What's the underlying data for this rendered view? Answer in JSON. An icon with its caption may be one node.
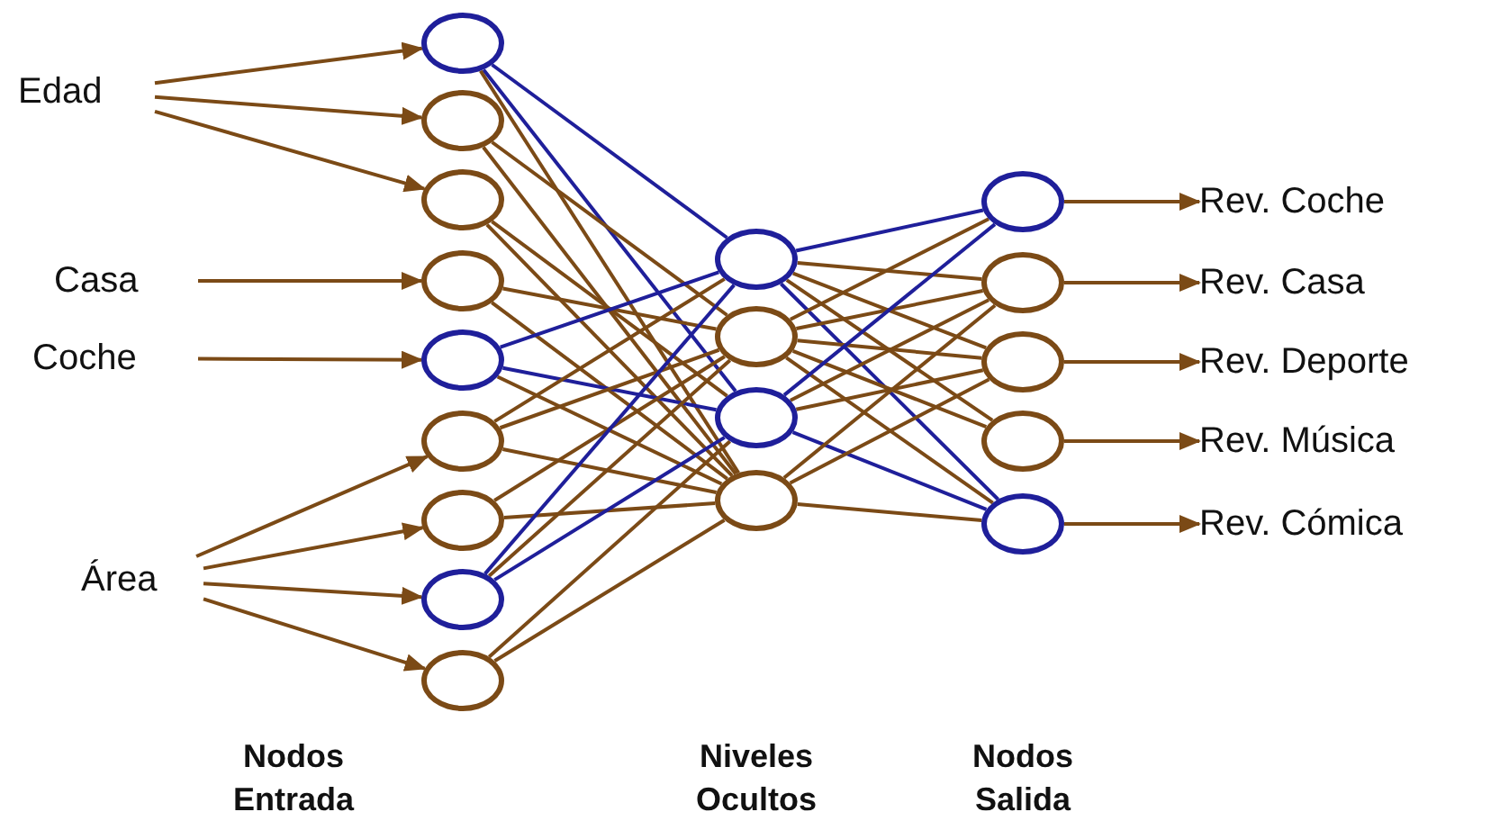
{
  "diagram": {
    "nodes": [
      {
        "text": [
          "Edad"
        ]
      },
      {
        "text": [
          "Casa"
        ]
      },
      {
        "text": [
          "Coche"
        ]
      },
      {
        "text": [
          "Área"
        ]
      },
      {
        "text": [],
        "shape": "circle"
      },
      {
        "text": [],
        "shape": "circle"
      },
      {
        "text": [],
        "shape": "circle"
      },
      {
        "text": [],
        "shape": "circle"
      },
      {
        "text": [],
        "shape": "circle"
      },
      {
        "text": [],
        "shape": "circle"
      },
      {
        "text": [],
        "shape": "circle"
      },
      {
        "text": [],
        "shape": "circle"
      },
      {
        "text": [],
        "shape": "circle"
      },
      {
        "text": [],
        "shape": "circle"
      },
      {
        "text": [],
        "shape": "circle"
      },
      {
        "text": [],
        "shape": "circle"
      },
      {
        "text": [],
        "shape": "circle"
      },
      {
        "text": [],
        "shape": "circle"
      },
      {
        "text": [],
        "shape": "circle"
      },
      {
        "text": [],
        "shape": "circle"
      },
      {
        "text": [],
        "shape": "circle"
      },
      {
        "text": [],
        "shape": "circle"
      },
      {
        "text": [
          "Rev. Coche"
        ]
      },
      {
        "text": [
          "Rev. Casa"
        ]
      },
      {
        "text": [
          "Rev. Deporte"
        ]
      },
      {
        "text": [
          "Rev. Música"
        ]
      },
      {
        "text": [
          "Rev. Cómica"
        ]
      }
    ],
    "edges": [
      {
        "from": 0,
        "to": 4,
        "arrow": "to"
      },
      {
        "from": 0,
        "to": 5,
        "arrow": "to"
      },
      {
        "from": 0,
        "to": 6,
        "arrow": "to"
      },
      {
        "from": 1,
        "to": 7,
        "arrow": "to"
      },
      {
        "from": 2,
        "to": 8,
        "arrow": "to"
      },
      {
        "from": 3,
        "to": 9,
        "arrow": "to"
      },
      {
        "from": 3,
        "to": 10,
        "arrow": "to"
      },
      {
        "from": 3,
        "to": 11,
        "arrow": "to"
      },
      {
        "from": 3,
        "to": 12,
        "arrow": "to"
      },
      {
        "from": 4,
        "to": 13,
        "arrow": "none",
        "color": "#1f1f9a"
      },
      {
        "from": 4,
        "to": 15,
        "arrow": "none",
        "color": "#1f1f9a"
      },
      {
        "from": 4,
        "to": 16,
        "arrow": "none"
      },
      {
        "from": 5,
        "to": 14,
        "arrow": "none"
      },
      {
        "from": 5,
        "to": 16,
        "arrow": "none"
      },
      {
        "from": 6,
        "to": 15,
        "arrow": "none"
      },
      {
        "from": 6,
        "to": 16,
        "arrow": "none"
      },
      {
        "from": 7,
        "to": 14,
        "arrow": "none"
      },
      {
        "from": 7,
        "to": 16,
        "arrow": "none"
      },
      {
        "from": 8,
        "to": 13,
        "arrow": "none",
        "color": "#1f1f9a"
      },
      {
        "from": 8,
        "to": 15,
        "arrow": "none",
        "color": "#1f1f9a"
      },
      {
        "from": 8,
        "to": 16,
        "arrow": "none"
      },
      {
        "from": 9,
        "to": 13,
        "arrow": "none"
      },
      {
        "from": 9,
        "to": 14,
        "arrow": "none"
      },
      {
        "from": 9,
        "to": 16,
        "arrow": "none"
      },
      {
        "from": 10,
        "to": 14,
        "arrow": "none"
      },
      {
        "from": 10,
        "to": 16,
        "arrow": "none"
      },
      {
        "from": 11,
        "to": 13,
        "arrow": "none",
        "color": "#1f1f9a"
      },
      {
        "from": 11,
        "to": 15,
        "arrow": "none",
        "color": "#1f1f9a"
      },
      {
        "from": 11,
        "to": 14,
        "arrow": "none"
      },
      {
        "from": 12,
        "to": 15,
        "arrow": "none"
      },
      {
        "from": 12,
        "to": 16,
        "arrow": "none"
      },
      {
        "from": 13,
        "to": 17,
        "arrow": "none",
        "color": "#1f1f9a"
      },
      {
        "from": 13,
        "to": 18,
        "arrow": "none"
      },
      {
        "from": 13,
        "to": 19,
        "arrow": "none"
      },
      {
        "from": 13,
        "to": 20,
        "arrow": "none"
      },
      {
        "from": 13,
        "to": 21,
        "arrow": "none",
        "color": "#1f1f9a"
      },
      {
        "from": 14,
        "to": 17,
        "arrow": "none"
      },
      {
        "from": 14,
        "to": 18,
        "arrow": "none"
      },
      {
        "from": 14,
        "to": 19,
        "arrow": "none"
      },
      {
        "from": 14,
        "to": 20,
        "arrow": "none"
      },
      {
        "from": 14,
        "to": 21,
        "arrow": "none"
      },
      {
        "from": 15,
        "to": 17,
        "arrow": "none",
        "color": "#1f1f9a"
      },
      {
        "from": 15,
        "to": 18,
        "arrow": "none"
      },
      {
        "from": 15,
        "to": 19,
        "arrow": "none"
      },
      {
        "from": 15,
        "to": 21,
        "arrow": "none",
        "color": "#1f1f9a"
      },
      {
        "from": 16,
        "to": 18,
        "arrow": "none"
      },
      {
        "from": 16,
        "to": 19,
        "arrow": "none"
      },
      {
        "from": 16,
        "to": 21,
        "arrow": "none"
      },
      {
        "from": 17,
        "to": 22,
        "arrow": "to"
      },
      {
        "from": 18,
        "to": 23,
        "arrow": "to"
      },
      {
        "from": 19,
        "to": 24,
        "arrow": "to"
      },
      {
        "from": 20,
        "to": 25,
        "arrow": "to"
      },
      {
        "from": 21,
        "to": 26,
        "arrow": "to"
      }
    ],
    "labels": [
      "Nodos Entrada",
      "Niveles Ocultos",
      "Nodos Salida"
    ]
  }
}
